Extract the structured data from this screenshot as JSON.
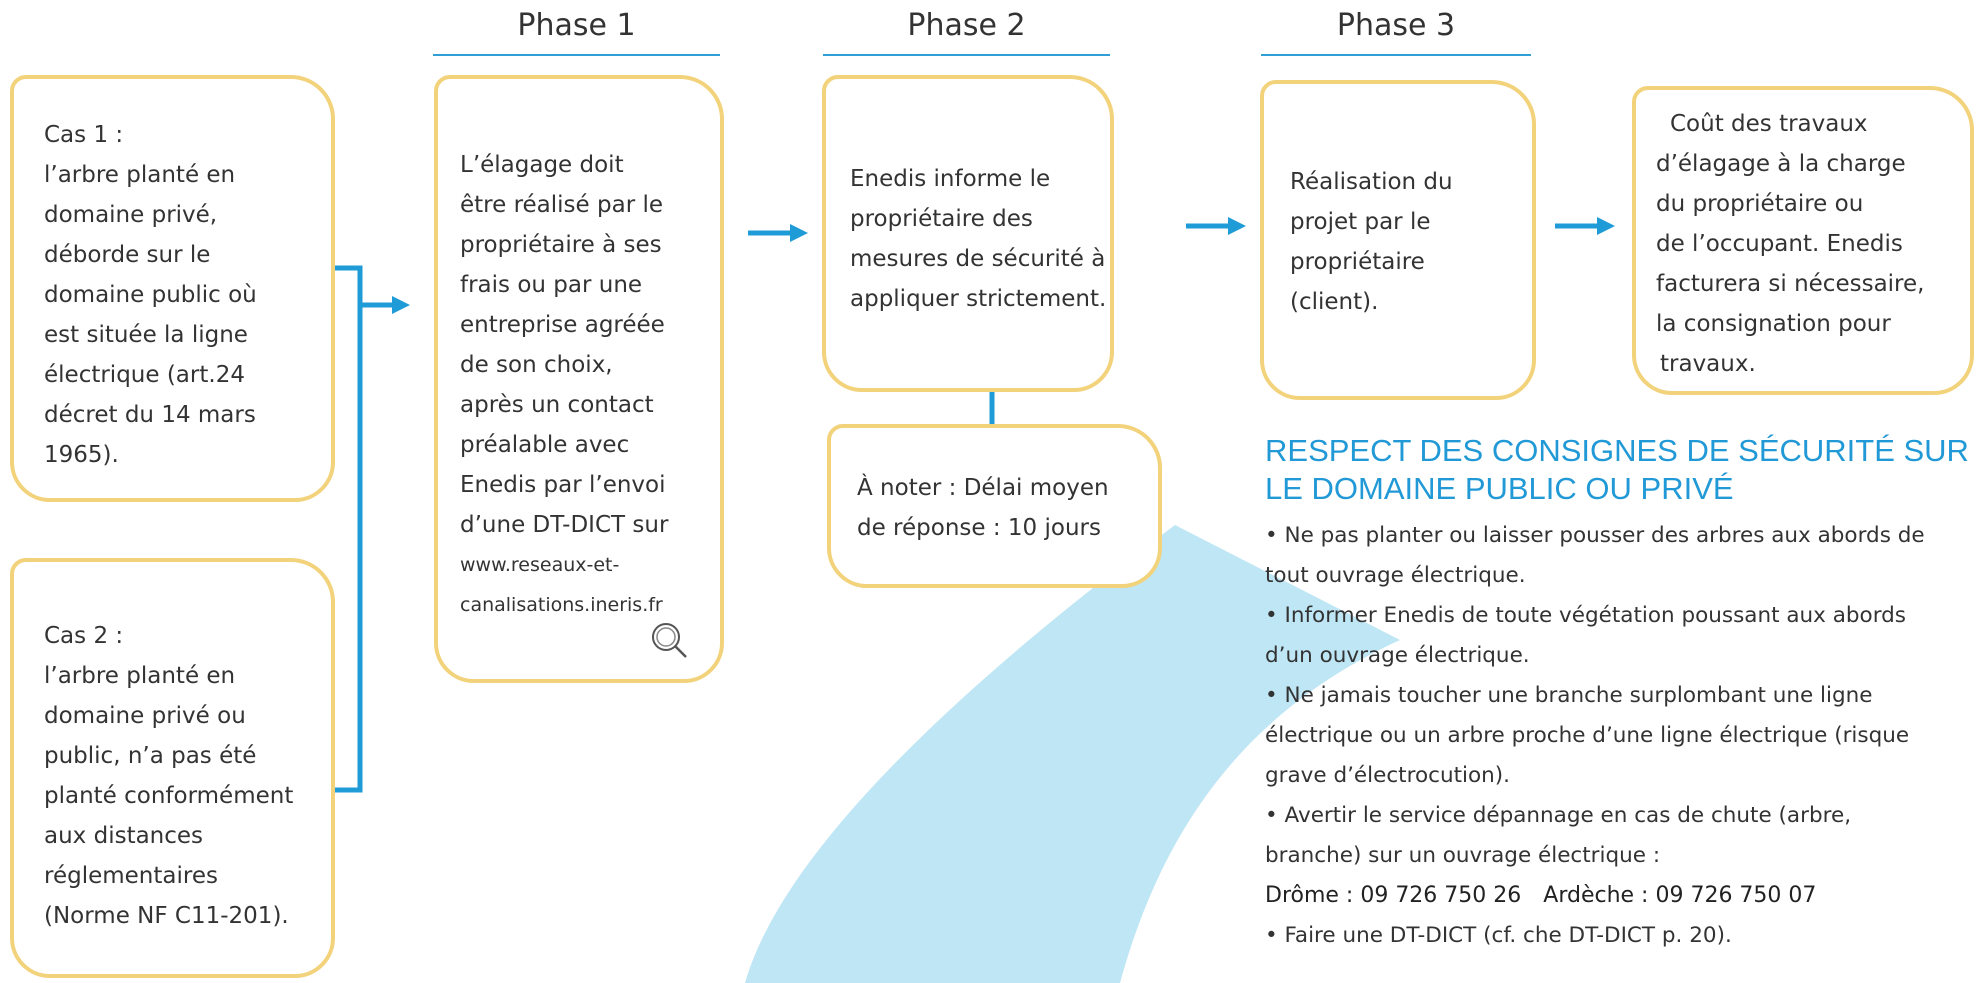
{
  "colors": {
    "box_border": "#f2d27b",
    "connector": "#1f9bd7",
    "accent_blue": "#2199d6",
    "background_arc": "#bfe6f4"
  },
  "phases": [
    "Phase 1",
    "Phase 2",
    "Phase 3"
  ],
  "cases": [
    {
      "label": "Cas 1 :",
      "lines": [
        "l’arbre planté en",
        "domaine privé,",
        "déborde sur le",
        "domaine public où",
        "est située la ligne",
        "électrique (art.24",
        "décret du 14 mars",
        "1965)."
      ]
    },
    {
      "label": "Cas 2 :",
      "lines": [
        "l’arbre planté en",
        "domaine privé ou",
        "public, n’a pas été",
        "planté conformément",
        "aux distances",
        "réglementaires",
        "(Norme NF C11-201)."
      ]
    }
  ],
  "phase1_box": {
    "lines": [
      "L’élagage doit",
      "être réalisé par le",
      "propriétaire à ses",
      "frais ou par une",
      "entreprise agréée",
      "de son choix,",
      "après un contact",
      "préalable avec",
      "Enedis par l’envoi",
      "d’une DT-DICT sur"
    ],
    "url_lines": [
      "www.reseaux-et-",
      "canalisations.ineris.fr"
    ],
    "icon": "magnifier-icon"
  },
  "phase2_box": {
    "lines": [
      "Enedis informe le",
      "propriétaire des",
      "mesures de sécurité à",
      "appliquer strictement."
    ]
  },
  "note_box": {
    "lines": [
      "À noter : Délai moyen",
      "de réponse : 10 jours"
    ]
  },
  "phase3_box": {
    "lines": [
      "Réalisation du",
      "projet par le",
      "propriétaire",
      "(client)."
    ]
  },
  "cost_box": {
    "lines": [
      "Coût des travaux",
      "d’élagage à la charge",
      "du propriétaire ou",
      "de l’occupant. Enedis",
      "facturera si nécessaire,",
      "la consignation pour",
      "travaux."
    ]
  },
  "safety": {
    "title_lines": [
      "RESPECT DES CONSIGNES DE SÉCURITÉ SUR",
      "LE DOMAINE PUBLIC OU PRIVÉ"
    ],
    "items": [
      [
        "• Ne pas planter ou laisser pousser des arbres aux abords de",
        "tout ouvrage électrique."
      ],
      [
        "• Informer Enedis de toute végétation poussant aux abords",
        "d’un ouvrage électrique."
      ],
      [
        "• Ne jamais toucher une branche surplombant une ligne",
        "électrique ou un arbre proche d’une ligne électrique (risque",
        "grave d’électrocution)."
      ],
      [
        "• Avertir le service dépannage en cas de chute (arbre,",
        "branche) sur un ouvrage électrique :"
      ]
    ],
    "phones": [
      "Drôme : 09 726 750 26",
      "Ardèche : 09 726 750 07"
    ],
    "last_item": "• Faire une DT-DICT (cf. che DT-DICT p. 20)."
  }
}
